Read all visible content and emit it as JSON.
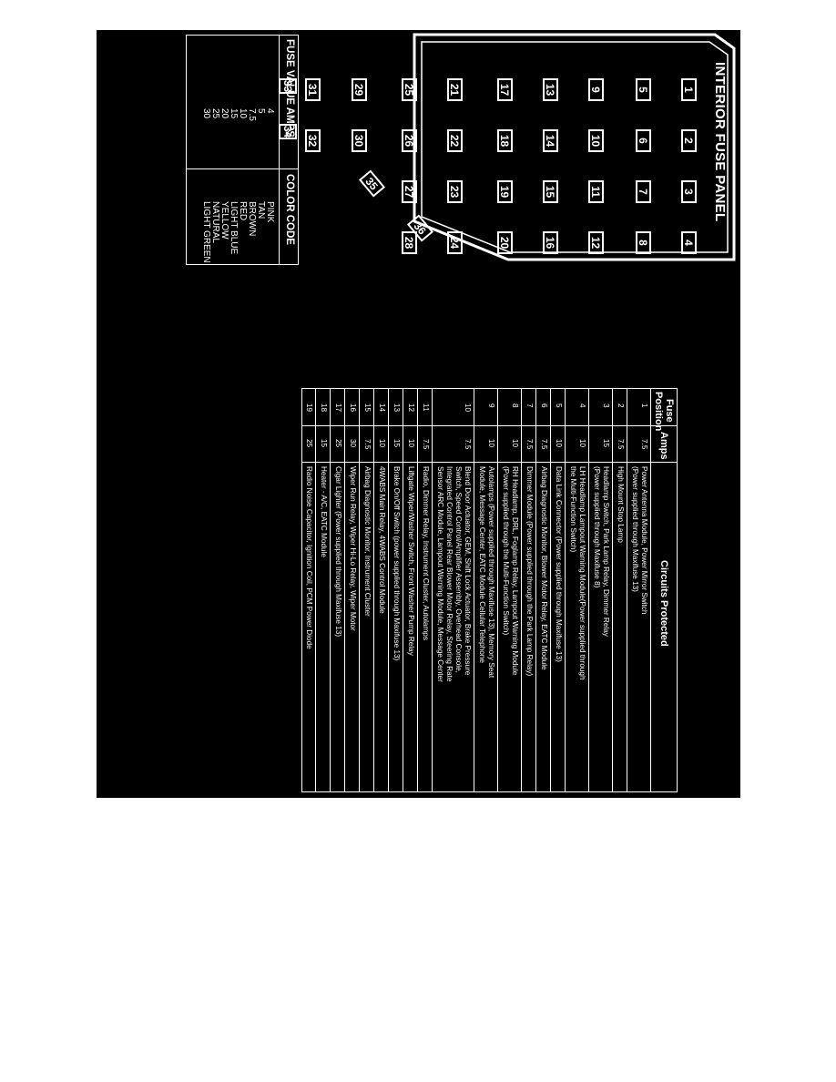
{
  "panel": {
    "title": "INTERIOR FUSE PANEL",
    "fuses": [
      {
        "number": "1"
      },
      {
        "number": "2"
      },
      {
        "number": "3"
      },
      {
        "number": "4"
      },
      {
        "number": "5"
      },
      {
        "number": "6"
      },
      {
        "number": "7"
      },
      {
        "number": "8"
      },
      {
        "number": "9"
      },
      {
        "number": "10"
      },
      {
        "number": "11"
      },
      {
        "number": "12"
      },
      {
        "number": "13"
      },
      {
        "number": "14"
      },
      {
        "number": "15"
      },
      {
        "number": "16"
      },
      {
        "number": "17"
      },
      {
        "number": "18"
      },
      {
        "number": "19"
      },
      {
        "number": "20"
      },
      {
        "number": "21"
      },
      {
        "number": "22"
      },
      {
        "number": "23"
      },
      {
        "number": "24"
      },
      {
        "number": "25"
      },
      {
        "number": "26"
      },
      {
        "number": "27"
      },
      {
        "number": "28"
      },
      {
        "number": "29"
      },
      {
        "number": "30"
      },
      {
        "number": "31"
      },
      {
        "number": "32"
      },
      {
        "number": "33"
      },
      {
        "number": "34"
      },
      {
        "number": "35"
      },
      {
        "number": "36"
      }
    ]
  },
  "legend": {
    "header_amps": "FUSE VALUE AMPS",
    "header_color": "COLOR CODE",
    "rows": [
      {
        "amps": "4",
        "color": "PINK"
      },
      {
        "amps": "5",
        "color": "TAN"
      },
      {
        "amps": "7.5",
        "color": "BROWN"
      },
      {
        "amps": "10",
        "color": "RED"
      },
      {
        "amps": "15",
        "color": "LIGHT BLUE"
      },
      {
        "amps": "20",
        "color": "YELLOW"
      },
      {
        "amps": "25",
        "color": "NATURAL"
      },
      {
        "amps": "30",
        "color": "LIGHT GREEN"
      }
    ]
  },
  "table": {
    "header_position_1": "Fuse",
    "header_position_2": "Position",
    "header_amps": "Amps",
    "header_circuits": "Circuits Protected",
    "rows": [
      {
        "position": "1",
        "amps": "7.5",
        "circuits": [
          "Power Antenna Module, Power Mirror Switch",
          "(Power supplied through Maxifuse 13)"
        ]
      },
      {
        "position": "2",
        "amps": "7.5",
        "circuits": [
          "High Mount Stop Lamp"
        ]
      },
      {
        "position": "3",
        "amps": "15",
        "circuits": [
          "Headlamp Switch, Park Lamp Relay, Dimmer Relay",
          "(Power supplied through Maxifuse 8)"
        ]
      },
      {
        "position": "4",
        "amps": "10",
        "circuits": [
          "LH Headlamp Lampout Warning Module(Power supplied through",
          "the Multi-Function Switch)"
        ]
      },
      {
        "position": "5",
        "amps": "10",
        "circuits": [
          "Data Link Connector (Power supplied through Maxifuse 13)"
        ]
      },
      {
        "position": "6",
        "amps": "7.5",
        "circuits": [
          "Airbag Diagnostic Monitor, Blower Motor Relay, EATC Module"
        ]
      },
      {
        "position": "7",
        "amps": "7.5",
        "circuits": [
          "Dimmer Module (Power supplied through the Park Lamp Relay)"
        ]
      },
      {
        "position": "8",
        "amps": "10",
        "circuits": [
          "RH Headlamp, DRL, Foglamp Relay, Lampout Warning Module",
          "(Power supplied through the Multi-Function Switch)"
        ]
      },
      {
        "position": "9",
        "amps": "10",
        "circuits": [
          "Autolamps (Power supplied through Maxifuse 13), Memory Seat",
          "Module, Message Center, EATC Module Cellular Telephone"
        ]
      },
      {
        "position": "10",
        "amps": "7.5",
        "circuits": [
          "Blend Door Actuator, GEM, Shift Lock Actuator, Brake Pressure",
          "Switch, Speed Control/Amplifier Assembly, Overhead Console,",
          "Integrated Control Panel Rear Blower Motor Relay, Steering Rate",
          "Sensor ARC Module, Lampout Warning Module, Message Center"
        ]
      },
      {
        "position": "11",
        "amps": "7.5",
        "circuits": [
          "Radio, Dimmer Relay, Instrument Cluster, Autolamps"
        ]
      },
      {
        "position": "12",
        "amps": "10",
        "circuits": [
          "Liftgate Wiper/Washer Switch, Front Washer Pump Relay"
        ]
      },
      {
        "position": "13",
        "amps": "15",
        "circuits": [
          "Brake On/Off Switch (power supplied through Maxifuse 13)"
        ]
      },
      {
        "position": "14",
        "amps": "10",
        "circuits": [
          "4WABS Main Relay, 4WABS Control Module"
        ]
      },
      {
        "position": "15",
        "amps": "7.5",
        "circuits": [
          "Airbag Diagnostic Monitor, Instrument Cluster"
        ]
      },
      {
        "position": "16",
        "amps": "30",
        "circuits": [
          "Wiper Run Relay, Wiper Hi-Lo Relay, Wiper Motor"
        ]
      },
      {
        "position": "17",
        "amps": "25",
        "circuits": [
          "Cigar Lighter (Power supplied through Maxifuse 13)"
        ]
      },
      {
        "position": "18",
        "amps": "15",
        "circuits": [
          "Heater - A/C, EATC Module"
        ]
      },
      {
        "position": "19",
        "amps": "25",
        "circuits": [
          "Radio Noise Capacitor, Ignition Coil, PCM Power Diode"
        ]
      }
    ]
  }
}
